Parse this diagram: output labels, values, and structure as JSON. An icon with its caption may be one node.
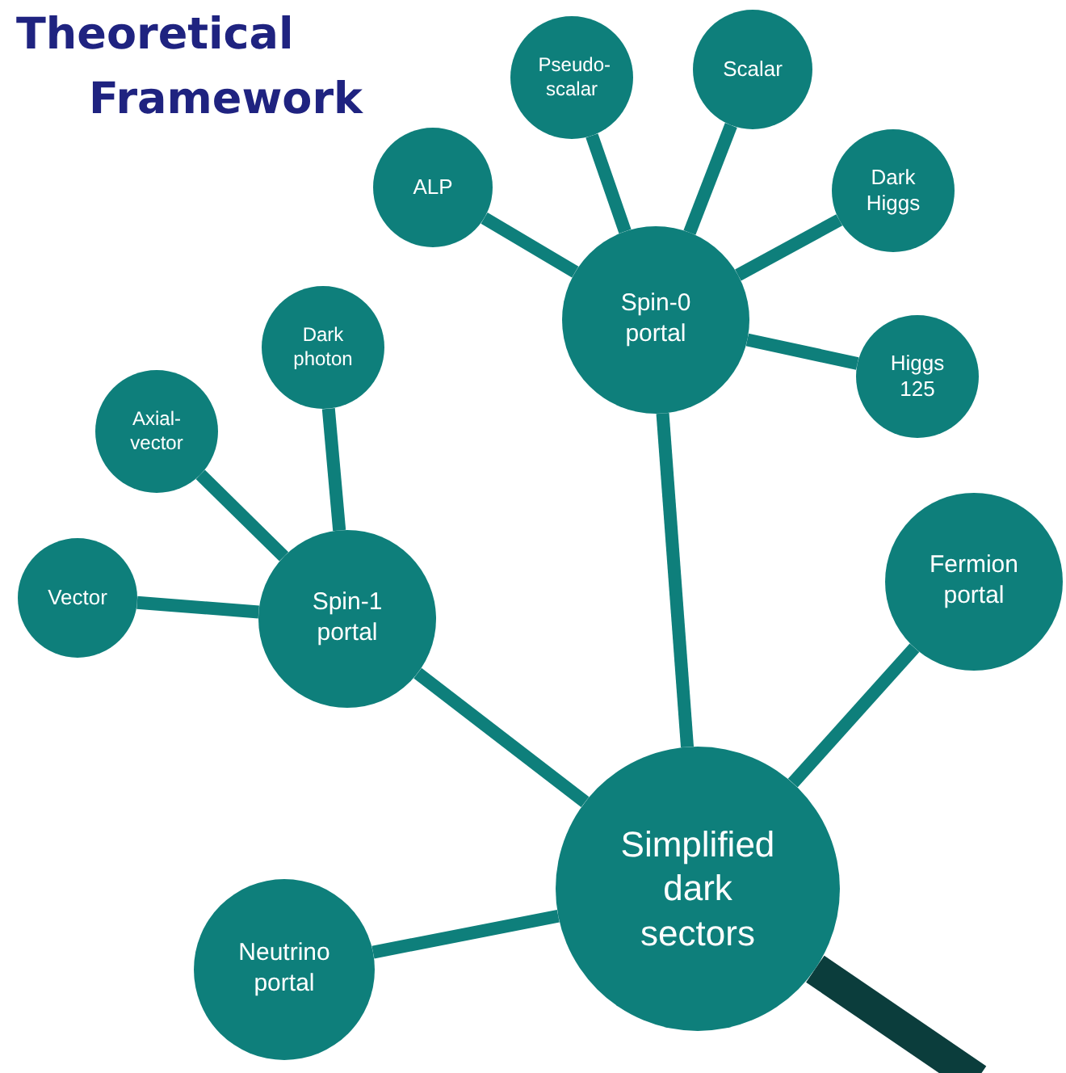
{
  "diagram": {
    "title": "Theoretical Framework",
    "nodes": [
      {
        "text": [
          "Simplified dark sectors"
        ]
      },
      {
        "text": [
          "Spin-1 portal"
        ]
      },
      {
        "text": [
          "Spin-0 portal"
        ]
      },
      {
        "text": [
          "Fermion portal"
        ]
      },
      {
        "text": [
          "Neutrino portal"
        ]
      },
      {
        "text": [
          "Vector"
        ]
      },
      {
        "text": [
          "Axial- vector"
        ]
      },
      {
        "text": [
          "Dark photon"
        ]
      },
      {
        "text": [
          "ALP"
        ]
      },
      {
        "text": [
          "Pseudo- scalar"
        ]
      },
      {
        "text": [
          "Scalar"
        ]
      },
      {
        "text": [
          "Dark Higgs"
        ]
      },
      {
        "text": [
          "Higgs 125"
        ]
      }
    ],
    "edges": [
      {
        "from": 0,
        "to": 1,
        "arrow": "none"
      },
      {
        "from": 0,
        "to": 2,
        "arrow": "none"
      },
      {
        "from": 0,
        "to": 3,
        "arrow": "none"
      },
      {
        "from": 0,
        "to": 4,
        "arrow": "none"
      },
      {
        "from": 1,
        "to": 5,
        "arrow": "none"
      },
      {
        "from": 1,
        "to": 6,
        "arrow": "none"
      },
      {
        "from": 1,
        "to": 7,
        "arrow": "none"
      },
      {
        "from": 2,
        "to": 8,
        "arrow": "none"
      },
      {
        "from": 2,
        "to": 9,
        "arrow": "none"
      },
      {
        "from": 2,
        "to": 10,
        "arrow": "none"
      },
      {
        "from": 2,
        "to": 11,
        "arrow": "none"
      },
      {
        "from": 2,
        "to": 12,
        "arrow": "none"
      },
      {
        "from": 0,
        "to": null,
        "arrow": "none",
        "style": "thick",
        "color": "#0b3d3c"
      }
    ]
  }
}
